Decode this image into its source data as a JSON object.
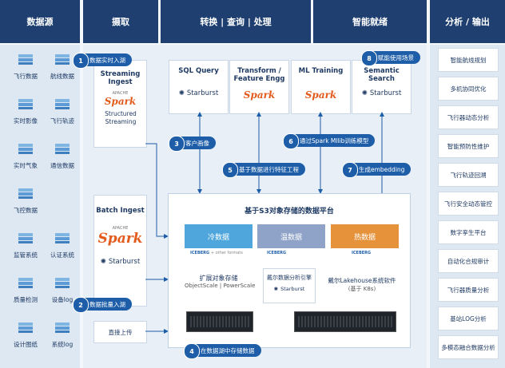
{
  "headers": {
    "sources": "数据源",
    "ingest": "摄取",
    "transform": "转换 | 查询 | 处理",
    "intelligence": "智能就绪",
    "analytics": "分析 / 输出"
  },
  "sources": [
    [
      "飞行数据",
      "航线数据"
    ],
    [
      "实时影像",
      "飞行轨迹"
    ],
    [
      "实时气象",
      "通信数据"
    ],
    [
      "飞控数据",
      ""
    ],
    [
      "监管系统",
      "认证系统"
    ],
    [
      "质量检测",
      "设备log"
    ],
    [
      "设计图纸",
      "系统log"
    ]
  ],
  "ingest": {
    "streaming_title": "Streaming Ingest",
    "streaming_sub": "Structured Streaming",
    "batch_title": "Batch Ingest",
    "direct_upload": "直接上传"
  },
  "logos": {
    "spark": "Spark",
    "spark_apache": "APACHE",
    "starburst": "Starburst",
    "iceberg": "ICEBERG",
    "iceberg_other": "+ other formats"
  },
  "tools": [
    {
      "title": "SQL Query",
      "logo": "Starburst"
    },
    {
      "title": "Transform / Feature Engg",
      "logo": "Spark"
    },
    {
      "title": "ML Training",
      "logo": "Spark"
    },
    {
      "title": "Semantic Search",
      "logo": "Starburst"
    }
  ],
  "steps": [
    {
      "num": "1",
      "text": "数据实时入湖"
    },
    {
      "num": "2",
      "text": "数据批量入湖"
    },
    {
      "num": "3",
      "text": "客户画像"
    },
    {
      "num": "4",
      "text": "在数据湖中存储数据"
    },
    {
      "num": "5",
      "text": "基于数据进行特征工程"
    },
    {
      "num": "6",
      "text": "通过Spark Mllib训练模型"
    },
    {
      "num": "7",
      "text": "生成embedding"
    },
    {
      "num": "8",
      "text": "赋能使用场景"
    }
  ],
  "platform": {
    "title": "基于S3对象存储的数据平台",
    "cold": "冷数据",
    "warm": "温数据",
    "hot": "热数据",
    "object_storage": "扩展对象存储",
    "object_storage_sub": "ObjectScale | PowerScale",
    "analytics_engine": "戴尔数据分析引擎",
    "lakehouse": "戴尔Lakehouse系统软件",
    "lakehouse_sub": "(基于 K8s)"
  },
  "colors": {
    "cold": "#4ea6dc",
    "warm": "#8ea3c7",
    "hot": "#e6923a",
    "header": "#1e3f70"
  },
  "outputs": [
    "智能航线规划",
    "多机协同优化",
    "飞行器动态分析",
    "智能预防性维护",
    "飞行轨迹回溯",
    "飞行安全动态管控",
    "数字孪生平台",
    "自动化合规审计",
    "飞行器质量分析",
    "基站LOG分析",
    "多模态融合数据分析"
  ]
}
